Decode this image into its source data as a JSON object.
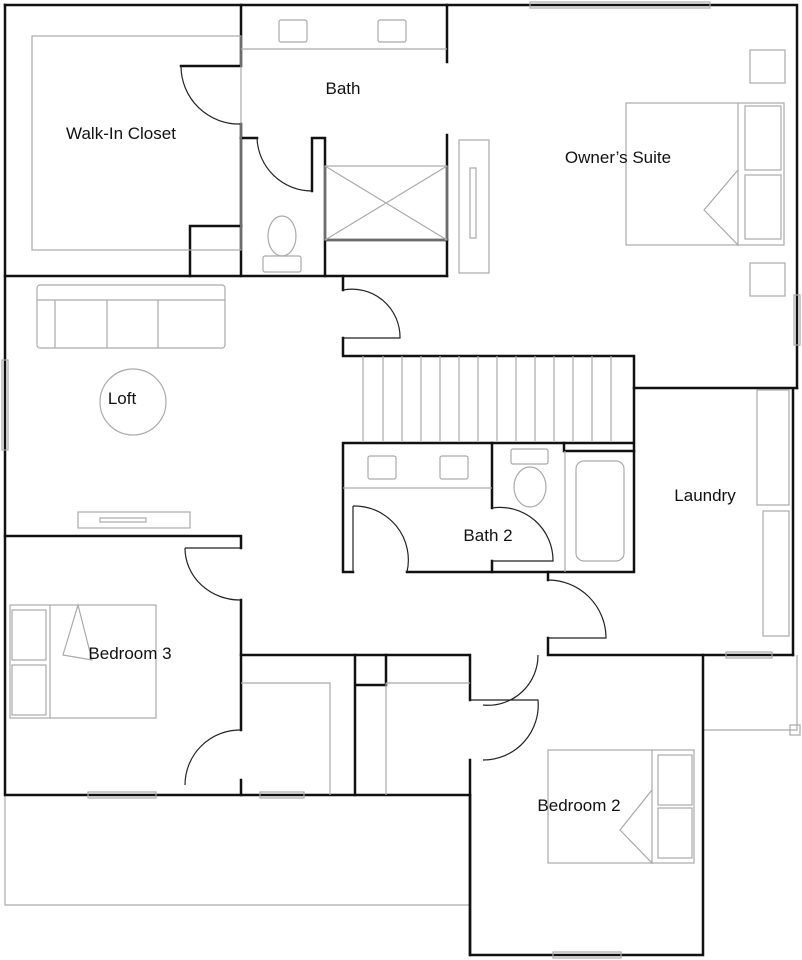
{
  "rooms": {
    "walk_in_closet": "Walk-In Closet",
    "bath": "Bath",
    "owners_suite": "Owner’s Suite",
    "loft": "Loft",
    "bath_2": "Bath 2",
    "laundry": "Laundry",
    "bedroom_3": "Bedroom 3",
    "bedroom_2": "Bedroom 2"
  },
  "colors": {
    "wall": "#111111",
    "fixture": "#aaaaaa"
  }
}
